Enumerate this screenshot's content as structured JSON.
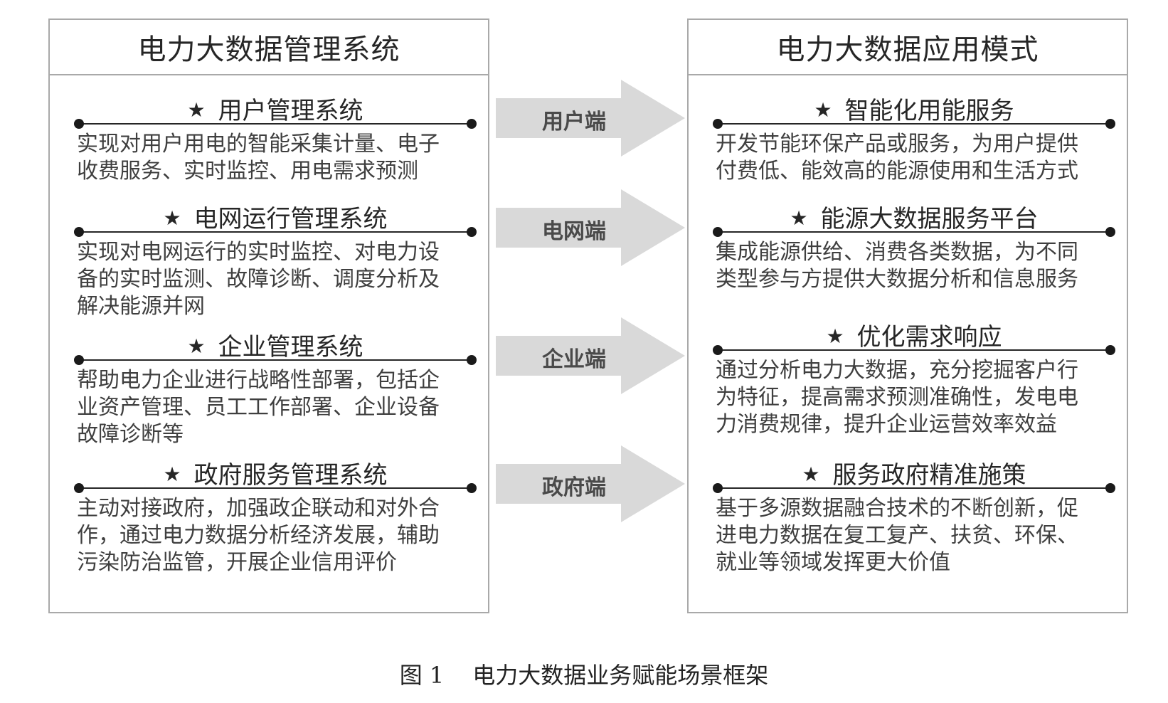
{
  "left": {
    "title": "电力大数据管理系统",
    "sections": [
      {
        "star": "★",
        "title": "用户管理系统",
        "desc": [
          "实现对用户用电的智能采集计量、电子",
          "收费服务、实时监控、用电需求预测"
        ]
      },
      {
        "star": "★",
        "title": "电网运行管理系统",
        "desc": [
          "实现对电网运行的实时监控、对电力设",
          "备的实时监测、故障诊断、调度分析及",
          "解决能源并网"
        ]
      },
      {
        "star": "★",
        "title": "企业管理系统",
        "desc": [
          "帮助电力企业进行战略性部署，包括企",
          "业资产管理、员工工作部署、企业设备",
          "故障诊断等"
        ]
      },
      {
        "star": "★",
        "title": "政府服务管理系统",
        "desc": [
          "主动对接政府，加强政企联动和对外合",
          "作，通过电力数据分析经济发展，辅助",
          "污染防治监管，开展企业信用评价"
        ]
      }
    ]
  },
  "arrows": [
    {
      "label": "用户端"
    },
    {
      "label": "电网端"
    },
    {
      "label": "企业端"
    },
    {
      "label": "政府端"
    }
  ],
  "right": {
    "title": "电力大数据应用模式",
    "sections": [
      {
        "star": "★",
        "title": "智能化用能服务",
        "desc": [
          "开发节能环保产品或服务，为用户提供",
          "付费低、能效高的能源使用和生活方式"
        ]
      },
      {
        "star": "★",
        "title": "能源大数据服务平台",
        "desc": [
          "集成能源供给、消费各类数据，为不同",
          "类型参与方提供大数据分析和信息服务"
        ]
      },
      {
        "star": "★",
        "title": "优化需求响应",
        "desc": [
          "通过分析电力大数据，充分挖掘客户行",
          "为特征，提高需求预测准确性，发电电",
          "力消费规律，提升企业运营效率效益"
        ]
      },
      {
        "star": "★",
        "title": "服务政府精准施策",
        "desc": [
          "基于多源数据融合技术的不断创新，促",
          "进电力数据在复工复产、扶贫、环保、",
          "就业等领域发挥更大价值"
        ]
      }
    ]
  },
  "caption": {
    "number": "图 1",
    "text": "电力大数据业务赋能场景框架"
  },
  "colors": {
    "arrow_fill": "#d9d9d9",
    "border": "#a9a9a9",
    "line": "#262626"
  }
}
